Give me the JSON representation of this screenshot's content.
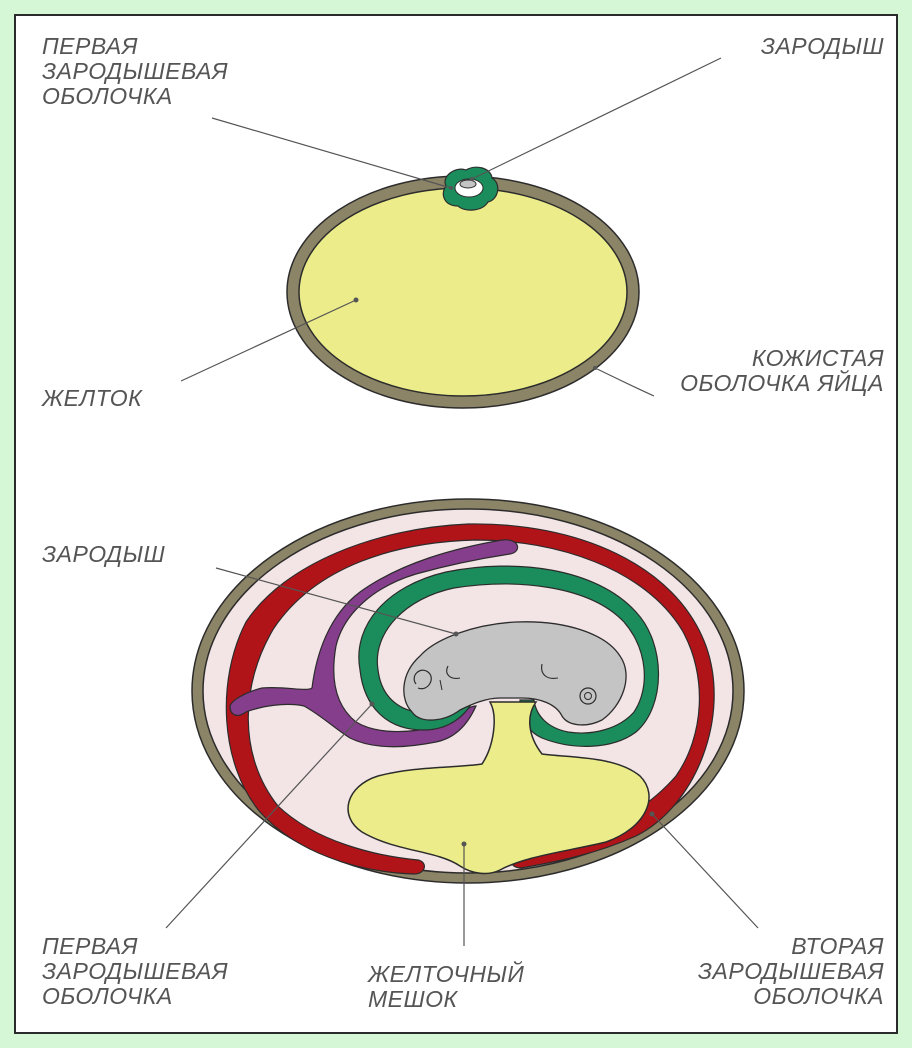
{
  "colors": {
    "frame": "#d5f7d5",
    "shell": "#8c8466",
    "yolk": "#eced8a",
    "amnion": "#1b8c5c",
    "chorion": "#b01418",
    "allantois": "#853e8c",
    "embryo": "#c4c4c4",
    "fluid": "#f3e4e6"
  },
  "top_labels": {
    "first_membrane": [
      "ПЕРВАЯ",
      "ЗАРОДЫШЕВАЯ",
      "ОБОЛОЧКА"
    ],
    "embryo": "ЗАРОДЫШ",
    "yolk": "ЖЕЛТОК",
    "shell": [
      "КОЖИСТАЯ",
      "ОБОЛОЧКА ЯЙЦА"
    ]
  },
  "bottom_labels": {
    "embryo": "ЗАРОДЫШ",
    "first_membrane": [
      "ПЕРВАЯ",
      "ЗАРОДЫШЕВАЯ",
      "ОБОЛОЧКА"
    ],
    "yolk_sac": [
      "ЖЕЛТОЧНЫЙ",
      "МЕШОК"
    ],
    "second_membrane": [
      "ВТОРАЯ",
      "ЗАРОДЫШЕВАЯ",
      "ОБОЛОЧКА"
    ]
  }
}
